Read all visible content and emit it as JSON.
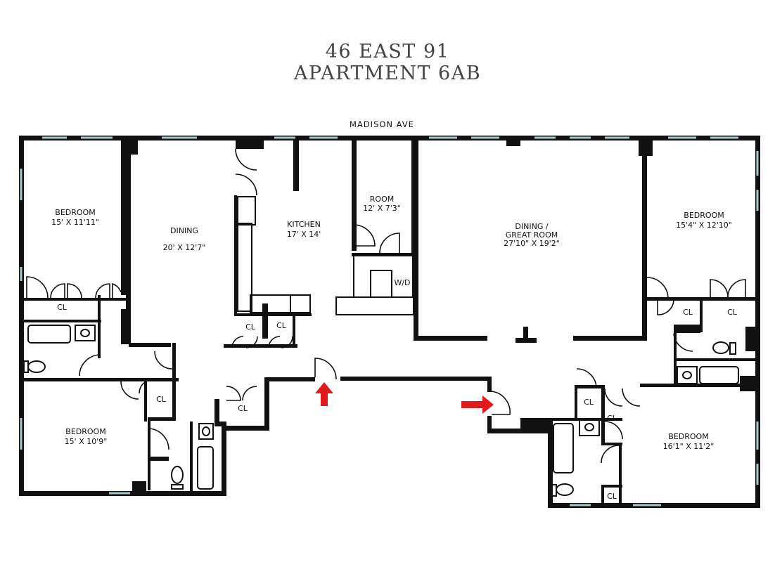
{
  "title": {
    "line1": "46 EAST 91",
    "line2": "APARTMENT 6AB"
  },
  "street": "MADISON AVE",
  "rooms": {
    "bedroom_nw": {
      "name": "BEDROOM",
      "size": "15' X 11'11\""
    },
    "dining": {
      "name": "DINING",
      "size": "20' X 12'7\""
    },
    "kitchen": {
      "name": "KITCHEN",
      "size": "17' X 14'"
    },
    "room": {
      "name": "ROOM",
      "size": "12' X 7'3\""
    },
    "great_room": {
      "name_line1": "DINING /",
      "name_line2": "GREAT ROOM",
      "size": "27'10\" X 19'2\""
    },
    "bedroom_ne": {
      "name": "BEDROOM",
      "size": "15'4\" X 12'10\""
    },
    "bedroom_sw": {
      "name": "BEDROOM",
      "size": "15' X 10'9\""
    },
    "bedroom_se": {
      "name": "BEDROOM",
      "size": "16'1\" X 11'2\""
    }
  },
  "labels": {
    "closet": "CL",
    "washer_dryer": "W/D"
  },
  "colors": {
    "wall": "#111111",
    "window": "#a8c6cc",
    "entry_arrow": "#e01b1b"
  }
}
